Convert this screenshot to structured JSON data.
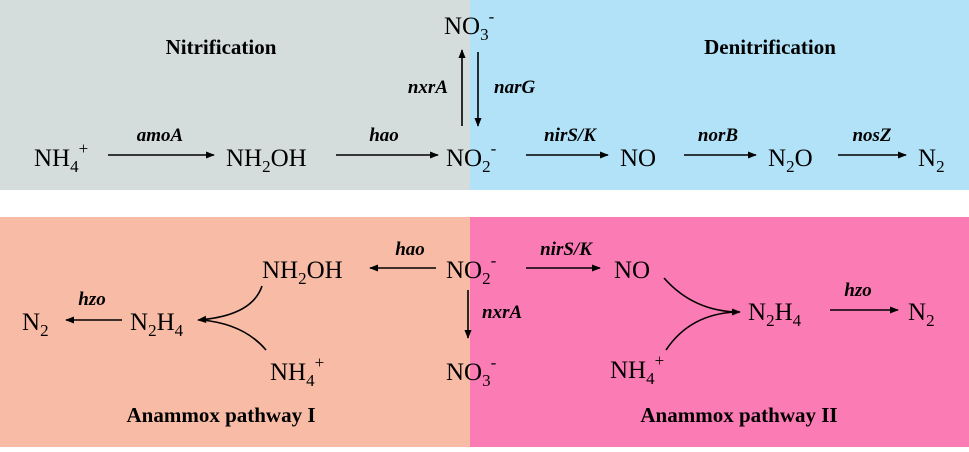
{
  "colors": {
    "nitrification_bg": "#d5dcdc",
    "denitrification_bg": "#b2e2f7",
    "anammox1_bg": "#f8bca6",
    "anammox2_bg": "#fb7bb4"
  },
  "top": {
    "nitrification_title": "Nitrification",
    "denitrification_title": "Denitrification",
    "nh4": {
      "main": "NH",
      "sub": "4",
      "sup": "+"
    },
    "nh2oh": {
      "pre": "NH",
      "sub": "2",
      "post": "OH"
    },
    "no2": {
      "main": "NO",
      "sub": "2",
      "sup": "-"
    },
    "no3": {
      "main": "NO",
      "sub": "3",
      "sup": "-"
    },
    "no": "NO",
    "n2o": {
      "pre": "N",
      "sub": "2",
      "post": "O"
    },
    "n2": {
      "main": "N",
      "sub": "2"
    },
    "enzymes": {
      "amoA": "amoA",
      "hao": "hao",
      "nxrA": "nxrA",
      "narG": "narG",
      "nirSK": "nirS/K",
      "norB": "norB",
      "nosZ": "nosZ"
    }
  },
  "bottom": {
    "pathway1_title": "Anammox pathway I",
    "pathway2_title": "Anammox pathway II",
    "nh2oh": {
      "pre": "NH",
      "sub": "2",
      "post": "OH"
    },
    "no2": {
      "main": "NO",
      "sub": "2",
      "sup": "-"
    },
    "no3": {
      "main": "NO",
      "sub": "3",
      "sup": "-"
    },
    "no": "NO",
    "n2h4_left": {
      "a": "N",
      "s1": "2",
      "b": "H",
      "s2": "4"
    },
    "n2h4_right": {
      "a": "N",
      "s1": "2",
      "b": "H",
      "s2": "4"
    },
    "n2_left": {
      "main": "N",
      "sub": "2"
    },
    "n2_right": {
      "main": "N",
      "sub": "2"
    },
    "nh4_left": {
      "main": "NH",
      "sub": "4",
      "sup": "+"
    },
    "nh4_right": {
      "main": "NH",
      "sub": "4",
      "sup": "+"
    },
    "enzymes": {
      "hao": "hao",
      "nirSK": "nirS/K",
      "nxrA": "nxrA",
      "hzo_left": "hzo",
      "hzo_right": "hzo"
    }
  }
}
